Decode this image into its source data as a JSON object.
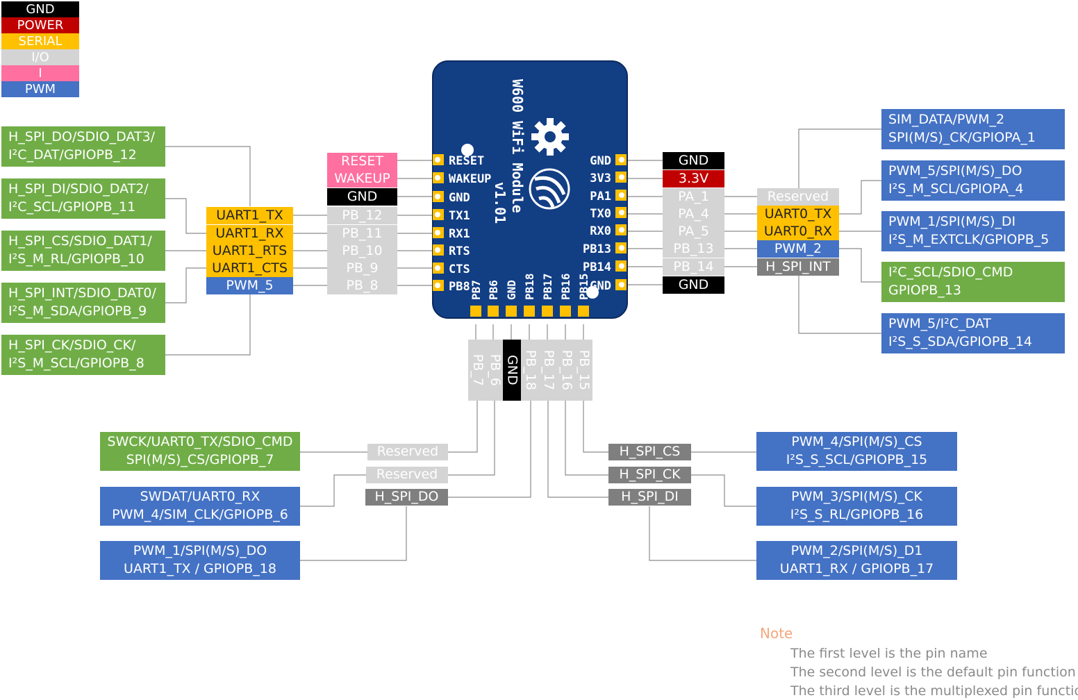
{
  "colors": {
    "GND": "#000000",
    "POWER": "#c00000",
    "SERIAL": "#ffc000",
    "IO": "#d4d4d4",
    "I": "#ff6fa0",
    "PWM": "#4472c4",
    "ALT": "#70ad47",
    "HSPI": "#7f7f7f",
    "board": "#123e84"
  },
  "legend": [
    {
      "label": "GND",
      "color": "GND"
    },
    {
      "label": "POWER",
      "color": "POWER"
    },
    {
      "label": "SERIAL",
      "color": "SERIAL"
    },
    {
      "label": "I/O",
      "color": "IO"
    },
    {
      "label": "I",
      "color": "I"
    },
    {
      "label": "PWM",
      "color": "PWM"
    }
  ],
  "module": {
    "name": "W600 WiFi Module",
    "version": "v1.01",
    "logo_icon": "gear-icon",
    "brand_icon": "wifi-logo-icon",
    "left_pins": [
      "RESET",
      "WAKEUP",
      "GND",
      "TX1",
      "RX1",
      "RTS",
      "CTS",
      "PB8"
    ],
    "right_pins": [
      "GND",
      "3V3",
      "PA1",
      "TX0",
      "RX0",
      "PB13",
      "PB14",
      "GND"
    ],
    "bottom_pins": [
      "PB7",
      "PB6",
      "GND",
      "PB18",
      "PB17",
      "PB16",
      "PB15"
    ]
  },
  "left_side": {
    "pin_labels": [
      "RESET",
      "WAKEUP",
      "GND",
      "PB_12",
      "PB_11",
      "PB_10",
      "PB_9",
      "PB_8"
    ],
    "functions": [
      "UART1_TX",
      "UART1_RX",
      "UART1_RTS",
      "UART1_CTS",
      "PWM_5"
    ],
    "multiplexed": [
      [
        "H_SPI_DO/SDIO_DAT3/",
        "I²C_DAT/GPIOPB_12"
      ],
      [
        "H_SPI_DI/SDIO_DAT2/",
        "I²C_SCL/GPIOPB_11"
      ],
      [
        "H_SPI_CS/SDIO_DAT1/",
        "I²S_M_RL/GPIOPB_10"
      ],
      [
        "H_SPI_INT/SDIO_DAT0/",
        "I²S_M_SDA/GPIOPB_9"
      ],
      [
        "H_SPI_CK/SDIO_CK/",
        "I²S_M_SCL/GPIOPB_8"
      ]
    ]
  },
  "right_side": {
    "pin_labels": [
      "GND",
      "3.3V",
      "PA_1",
      "PA_4",
      "PA_5",
      "PB_13",
      "PB_14",
      "GND"
    ],
    "functions": [
      "Reserved",
      "UART0_TX",
      "UART0_RX",
      "PWM_2",
      "H_SPI_INT"
    ],
    "multiplexed": [
      [
        "SIM_DATA/PWM_2",
        "SPI(M/S)_CK/GPIOPA_1"
      ],
      [
        "PWM_5/SPI(M/S)_DO",
        "I²S_M_SCL/GPIOPA_4"
      ],
      [
        "PWM_1/SPI(M/S)_DI",
        "I²S_M_EXTCLK/GPIOPB_5"
      ],
      [
        "I²C_SCL/SDIO_CMD",
        "GPIOPB_13"
      ],
      [
        "PWM_5/I²C_DAT",
        "I²S_S_SDA/GPIOPB_14"
      ]
    ]
  },
  "bottom": {
    "pin_labels": [
      "PB_7",
      "PB_6",
      "GND",
      "PB_18",
      "PB_17",
      "PB_16",
      "PB_15"
    ],
    "left_functions": [
      "Reserved",
      "Reserved",
      "H_SPI_DO"
    ],
    "left_multiplexed": [
      [
        "SWCK/UART0_TX/SDIO_CMD",
        "SPI(M/S)_CS/GPIOPB_7"
      ],
      [
        "SWDAT/UART0_RX",
        "PWM_4/SIM_CLK/GPIOPB_6"
      ],
      [
        "PWM_1/SPI(M/S)_DO",
        "UART1_TX / GPIOPB_18"
      ]
    ],
    "right_functions": [
      "H_SPI_CS",
      "H_SPI_CK",
      "H_SPI_DI"
    ],
    "right_multiplexed": [
      [
        "PWM_4/SPI(M/S)_CS",
        "I²S_S_SCL/GPIOPB_15"
      ],
      [
        "PWM_3/SPI(M/S)_CK",
        "I²S_S_RL/GPIOPB_16"
      ],
      [
        "PWM_2/SPI(M/S)_D1",
        "UART1_RX / GPIOPB_17"
      ]
    ]
  },
  "note": {
    "title": "Note",
    "lines": [
      "The first level is the pin name",
      "The second level is the default pin function",
      "The third level is the multiplexed pin function"
    ]
  }
}
